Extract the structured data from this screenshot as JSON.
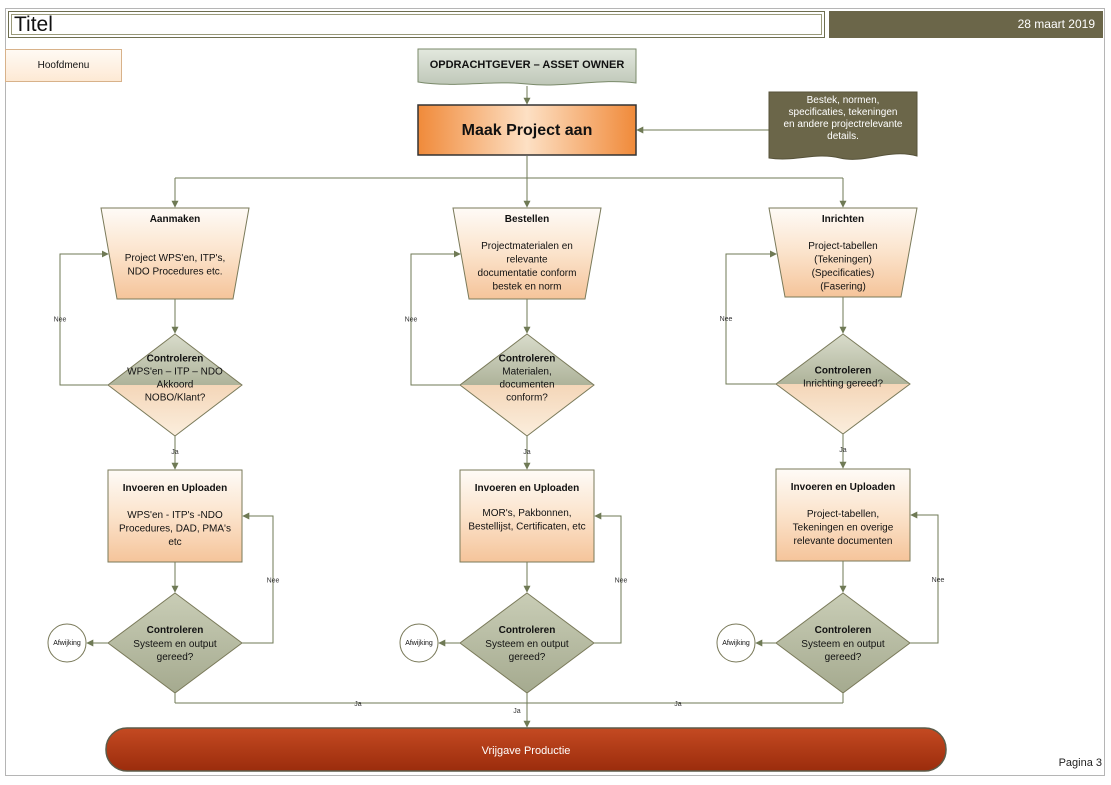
{
  "header": {
    "title": "Titel",
    "date": "28 maart 2019"
  },
  "menu_button": "Hoofdmenu",
  "page_number": "Pagina 3",
  "top": {
    "owner": "OPDRACHTGEVER – ASSET OWNER",
    "create_project": "Maak Project aan",
    "document_lines": [
      "Bestek, normen,",
      "specificaties, tekeningen",
      "en andere projectrelevante",
      "details."
    ]
  },
  "columns": [
    {
      "phase_title": "Aanmaken",
      "phase_lines": [
        "Project WPS'en, ITP's,",
        "NDO Procedures etc."
      ],
      "check1_title": "Controleren",
      "check1_lines": [
        "WPS'en – ITP – NDO",
        "Akkoord",
        "NOBO/Klant?"
      ],
      "upload_title": "Invoeren en Uploaden",
      "upload_lines": [
        "WPS'en - ITP's -NDO",
        "Procedures, DAD, PMA's",
        "etc"
      ],
      "check2_title": "Controleren",
      "check2_lines": [
        "Systeem en output",
        "gereed?"
      ],
      "deviation": "Afwijking"
    },
    {
      "phase_title": "Bestellen",
      "phase_lines": [
        "Projectmaterialen en",
        "relevante",
        "documentatie conform",
        "bestek en norm"
      ],
      "check1_title": "Controleren",
      "check1_lines": [
        "Materialen,",
        "documenten",
        "conform?"
      ],
      "upload_title": "Invoeren en Uploaden",
      "upload_lines": [
        "MOR's, Pakbonnen,",
        "Bestellijst, Certificaten, etc"
      ],
      "check2_title": "Controleren",
      "check2_lines": [
        "Systeem en output",
        "gereed?"
      ],
      "deviation": "Afwijking"
    },
    {
      "phase_title": "Inrichten",
      "phase_lines": [
        "Project-tabellen",
        "(Tekeningen)",
        "(Specificaties)",
        "(Fasering)"
      ],
      "check1_title": "Controleren",
      "check1_lines": [
        "Inrichting gereed?"
      ],
      "upload_title": "Invoeren en Uploaden",
      "upload_lines": [
        "Project-tabellen,",
        "Tekeningen en overige",
        "relevante documenten"
      ],
      "check2_title": "Controleren",
      "check2_lines": [
        "Systeem en output",
        "gereed?"
      ],
      "deviation": "Afwijking"
    }
  ],
  "labels": {
    "no": "Nee",
    "yes": "Ja"
  },
  "release": "Vrijgave Productie"
}
